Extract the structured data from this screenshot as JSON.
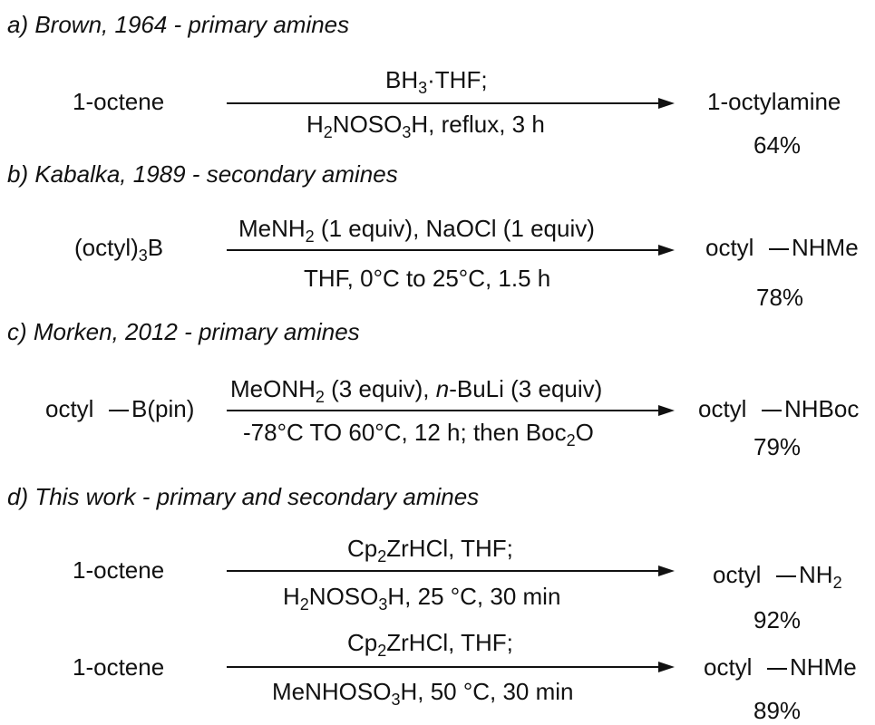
{
  "sections": {
    "a": {
      "heading": "a) Brown, 1964 - primary amines",
      "reactant": "1-octene",
      "above": {
        "p1": "BH",
        "s1": "3",
        "p2": "·THF;"
      },
      "below": {
        "p1": "H",
        "s1": "2",
        "p2": "NOSO",
        "s2": "3",
        "p3": "H, reflux, 3 h"
      },
      "product": "1-octylamine",
      "yield": "64%"
    },
    "b": {
      "heading": "b) Kabalka, 1989 - secondary amines",
      "reactant": {
        "p1": "(octyl)",
        "s1": "3",
        "p2": "B"
      },
      "above": {
        "p1": "MeNH",
        "s1": "2",
        "p2": " (1 equiv), NaOCl (1 equiv)"
      },
      "below": "THF, 0°C to 25°C, 1.5 h",
      "product": {
        "left": "octyl",
        "right": "NHMe"
      },
      "yield": "78%"
    },
    "c": {
      "heading": "c) Morken, 2012 - primary amines",
      "reactant": {
        "left": "octyl",
        "right": "B(pin)"
      },
      "above": {
        "p1": "MeONH",
        "s1": "2",
        "p2": " (3 equiv), ",
        "i1": "n",
        "p3": "-BuLi (3 equiv)"
      },
      "below": {
        "p1": "-78°C TO 60°C, 12 h; then Boc",
        "s1": "2",
        "p2": "O"
      },
      "product": {
        "left": "octyl",
        "right": "NHBoc"
      },
      "yield": "79%"
    },
    "d": {
      "heading": "d) This work - primary and secondary amines",
      "r1": {
        "reactant": "1-octene",
        "above": {
          "p1": "Cp",
          "s1": "2",
          "p2": "ZrHCl, THF;"
        },
        "below": {
          "p1": "H",
          "s1": "2",
          "p2": "NOSO",
          "s2": "3",
          "p3": "H, 25 °C, 30 min"
        },
        "product": {
          "left": "octyl",
          "right": "NH",
          "rs": "2"
        },
        "yield": "92%"
      },
      "r2": {
        "reactant": "1-octene",
        "above": {
          "p1": "Cp",
          "s1": "2",
          "p2": "ZrHCl, THF;"
        },
        "below": {
          "p1": "MeNHOSO",
          "s1": "3",
          "p2": "H, 50 °C, 30 min"
        },
        "product": {
          "left": "octyl",
          "right": "NHMe"
        },
        "yield": "89%"
      }
    }
  }
}
